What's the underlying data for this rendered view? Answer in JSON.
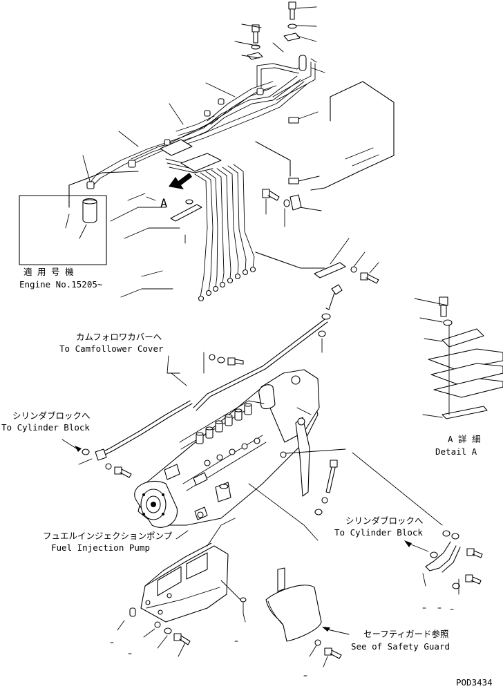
{
  "labels": {
    "engine_jp": "適 用 号 機",
    "engine_no": "Engine No.15205~",
    "cam_jp": "カムフォロワカバーへ",
    "cam_en": "To Camfollower Cover",
    "cyl_left_jp": "シリンダブロックへ",
    "cyl_left_en": "To Cylinder Block",
    "cyl_right_jp": "シリンダブロックへ",
    "cyl_right_en": "To Cylinder Block",
    "pump_jp": "フュエルインジェクションポンプ",
    "pump_en": "Fuel Injection Pump",
    "guard_jp": "セーフティガード参照",
    "guard_en": "See of Safety Guard",
    "detail_jp": "A 詳 細",
    "detail_en": "Detail A",
    "view_a": "A",
    "drawing_no": "POD3434"
  }
}
